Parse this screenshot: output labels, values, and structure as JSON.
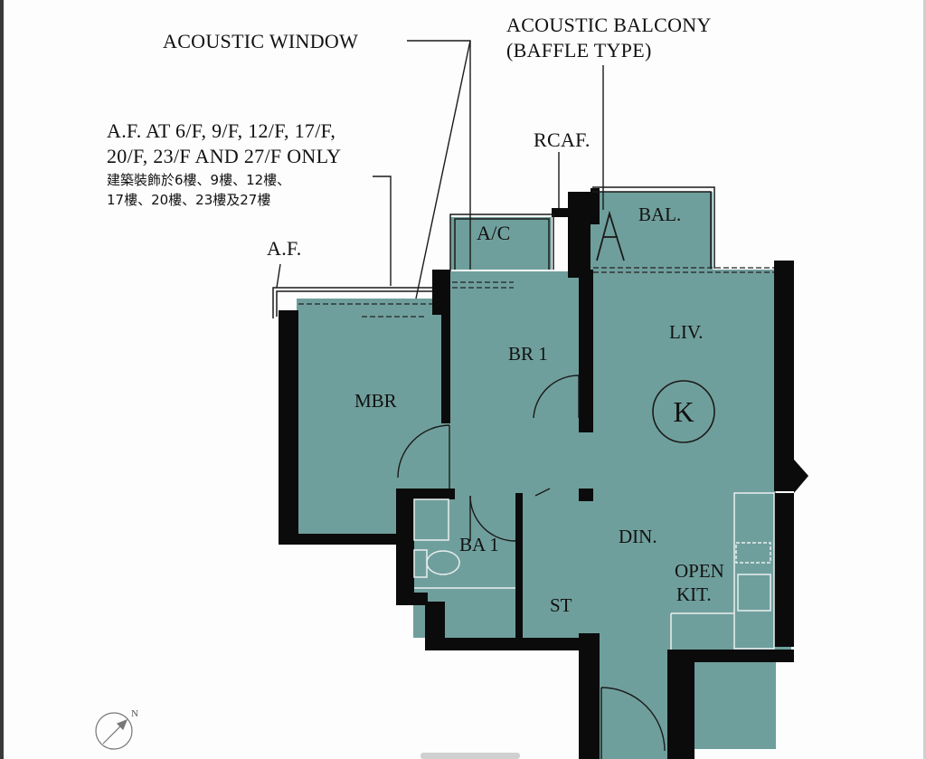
{
  "callouts": {
    "acoustic_window": "ACOUSTIC WINDOW",
    "acoustic_balcony_line1": "ACOUSTIC BALCONY",
    "acoustic_balcony_line2": "(BAFFLE TYPE)",
    "af_note_line1": "A.F. AT 6/F, 9/F, 12/F, 17/F,",
    "af_note_line2": "20/F, 23/F AND 27/F ONLY",
    "af_note_cn_line1": "建築裝飾於6樓、9樓、12樓、",
    "af_note_cn_line2": "17樓、20樓、23樓及27樓",
    "rcaf": "RCAF.",
    "af": "A.F.",
    "ac": "A/C"
  },
  "rooms": {
    "bal": "BAL.",
    "liv": "LIV.",
    "br1": "BR 1",
    "mbr": "MBR",
    "din": "DIN.",
    "ba1": "BA 1",
    "st": "ST",
    "open_kit_line1": "OPEN",
    "open_kit_line2": "KIT."
  },
  "unit_marker": "K",
  "north_arrow": "N",
  "colors": {
    "floor": "#6f9f9c",
    "wall": "#0b0b0b",
    "line": "#1a1a1a",
    "background": "#fdfdfd"
  }
}
